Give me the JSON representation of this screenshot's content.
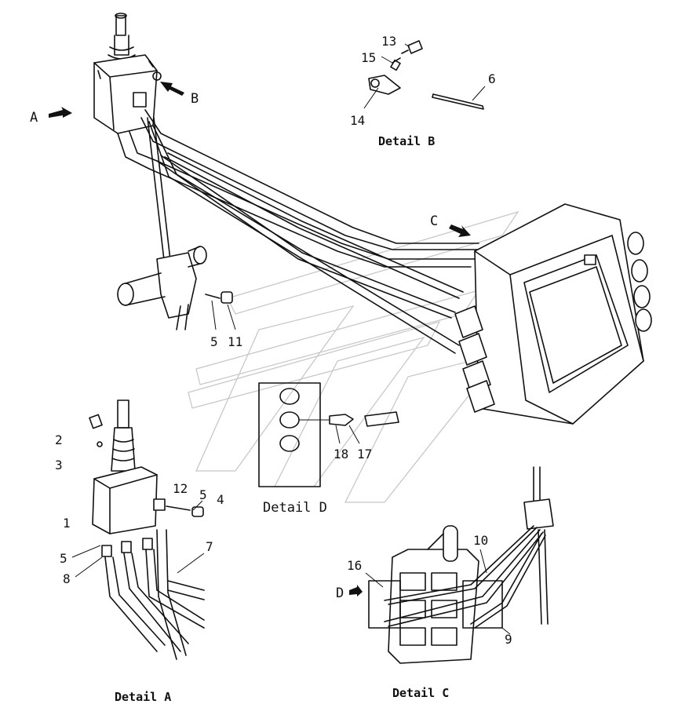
{
  "callouts": {
    "n1": "1",
    "n2": "2",
    "n3": "3",
    "n4": "4",
    "n5a": "5",
    "n5b": "5",
    "n5c": "5",
    "n6": "6",
    "n7": "7",
    "n8": "8",
    "n9": "9",
    "n10": "10",
    "n11": "11",
    "n12": "12",
    "n13": "13",
    "n14": "14",
    "n15": "15",
    "n16": "16",
    "n17": "17",
    "n18": "18"
  },
  "view_markers": {
    "a": "A",
    "b": "B",
    "c": "C",
    "d": "D"
  },
  "captions": {
    "detail_a": "Detail A",
    "detail_b": "Detail B",
    "detail_c": "Detail C",
    "detail_d": "Detail D"
  }
}
